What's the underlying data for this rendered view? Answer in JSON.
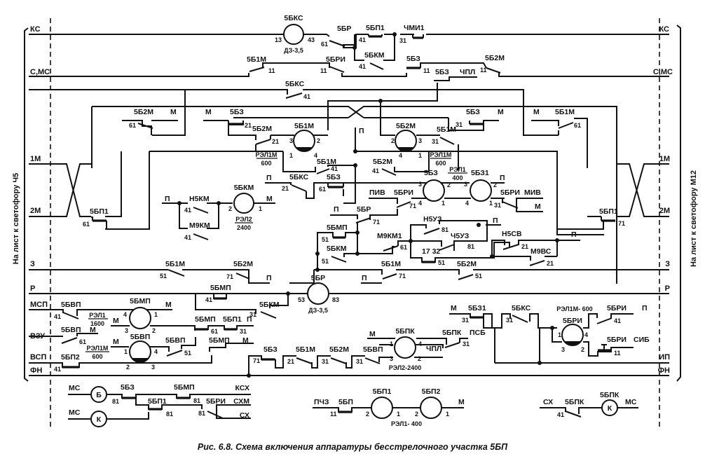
{
  "caption": "Рис. 6.8. Схема включения аппаратуры бесстрелочного участка 5БП",
  "side_labels": {
    "left": "На лист   к светофору Ч5",
    "right": "На лист   к светофору М12"
  },
  "buses": {
    "ks": "КС",
    "s_ms": "С,МС",
    "m1": "1М",
    "m2": "2М",
    "z": "З",
    "r": "Р",
    "msp": "МСП",
    "vzu": "ВЗУ",
    "vsp": "ВСП",
    "fn": "ФН",
    "ip": "ИП"
  },
  "relays": {
    "bks_top": {
      "name": "5БКС",
      "type": "ДЗ-3,5",
      "pin_a": "13",
      "pin_b": "43"
    },
    "b1m": {
      "name": "5Б1М",
      "type": "РЭЛ1М",
      "type2": "600",
      "p1": "3",
      "p2": "2",
      "p3": "1",
      "p4": "4"
    },
    "b2m": {
      "name": "5Б2М",
      "type": "РЭЛ1М",
      "type2": "600",
      "p1": "2",
      "p2": "3",
      "p3": "4",
      "p4": "1"
    },
    "bz": {
      "name": "5БЗ",
      "p1": "3",
      "p2": "2",
      "p3": "4",
      "p4": "1"
    },
    "bz1": {
      "name": "5БЗ1",
      "type": "РЭЛ1",
      "type2": "400",
      "p1": "3",
      "p2": "2",
      "p3": "4",
      "p4": "1"
    },
    "bkm": {
      "name": "5БКМ",
      "type": "РЭЛ2",
      "type2": "2400",
      "p1": "2",
      "p2": "1"
    },
    "br": {
      "name": "5БР",
      "type": "ДЗ-3,5",
      "pin_a": "53",
      "pin_b": "83"
    },
    "bmp": {
      "name": "5БМП",
      "type": "РЭЛ1",
      "type2": "1600",
      "p1": "4",
      "p2": "1",
      "p3": "3",
      "p4": "2"
    },
    "bvp": {
      "name": "5БВП",
      "type": "РЭЛ1М",
      "type2": "600",
      "p1": "1",
      "p2": "4",
      "p3": "2",
      "p4": "3"
    },
    "bpk": {
      "name": "5БПК",
      "type": "РЭЛ2-2400",
      "p1": "1",
      "p2": "4",
      "p3": "3",
      "p4": "2"
    },
    "bri": {
      "name": "5БРИ",
      "type": "РЭЛ1М- 600",
      "p1": "1",
      "p2": "4",
      "p3": "3",
      "p4": "2"
    },
    "bp1": {
      "name": "5БП1",
      "p1": "2",
      "p2": "1"
    },
    "bp2": {
      "name": "5БП2",
      "p1": "2",
      "p2": "1"
    },
    "bp_type": "РЭЛ1- 400",
    "lamp_b": "Б",
    "lamp_k": "К",
    "lamp_k2": "К"
  },
  "contacts": {
    "ks_row": [
      {
        "name": "5БР",
        "pin": "61"
      },
      {
        "name": "5БП1",
        "pin": "41"
      },
      {
        "name": "5БКМ",
        "pin": "41"
      },
      {
        "name": "ЧМИ1",
        "pin": "31"
      }
    ],
    "sms_row": [
      {
        "name": "5Б1М",
        "pin": "11"
      },
      {
        "name": "5БРИ",
        "pin": "11"
      },
      {
        "name": "5БЗ",
        "pin": "11"
      },
      {
        "name": "5БЗ",
        "extra": "ЧПЛ"
      },
      {
        "name": "5Б2М",
        "pin": "11"
      }
    ],
    "bks41": {
      "name": "5БКС",
      "pin": "41"
    },
    "control": [
      {
        "name": "5Б2М",
        "pin": "61",
        "tag": "М"
      },
      {
        "name": "5БЗ",
        "pin": "21",
        "tag": "М"
      },
      {
        "name": "5Б2М",
        "pin": "21"
      },
      {
        "name": "5БЗ",
        "pin": "31",
        "tag": "М"
      },
      {
        "name": "5Б1М",
        "pin": "31"
      },
      {
        "name": "5Б1М",
        "pin": "61",
        "tag": "М"
      },
      {
        "name": "5Б1М",
        "pin": "41"
      },
      {
        "name": "5Б2М",
        "pin": "41"
      },
      {
        "name": "5БКС",
        "pin": "21"
      },
      {
        "name": "5БЗ",
        "pin": "61"
      },
      {
        "name": "5БП1",
        "pin": "61"
      },
      {
        "name": "5БП1",
        "pin": "71"
      }
    ],
    "p_label": "П",
    "m_label": "М",
    "bkm_chain": [
      {
        "name": "Н5КМ",
        "pin": "41"
      },
      {
        "name": "М9КМ",
        "pin": "41"
      }
    ],
    "zbz_chain": [
      {
        "name": "ПИВ"
      },
      {
        "name": "5БРИ",
        "pin": "71"
      },
      {
        "name": "5БР",
        "pin": "71"
      },
      {
        "name": "5БМП",
        "pin": "51"
      },
      {
        "name": "5БКМ",
        "pin": "51"
      },
      {
        "name": "М9КМ1",
        "pin": "61"
      },
      {
        "name": "Н5УЗ",
        "pin": "81"
      },
      {
        "name": "Ч5УЗ",
        "pin": "81"
      },
      {
        "name": "17 32",
        "pin": "51"
      },
      {
        "name": "Н5СВ",
        "pin": "21"
      },
      {
        "name": "М9ВС",
        "pin": "21"
      },
      {
        "name": "5БРИ",
        "pin": "31",
        "tag": "МИВ"
      }
    ],
    "z_row": [
      {
        "name": "5Б1М",
        "pin": "51"
      },
      {
        "name": "5Б2М",
        "pin": "71"
      },
      {
        "name": "5Б1М",
        "pin": "71"
      },
      {
        "name": "5Б2М",
        "pin": "51"
      }
    ],
    "r_row": [
      {
        "name": "5БМП",
        "pin": "41"
      },
      {
        "name": "5БКМ",
        "pin": "31"
      },
      {
        "name": "5БП1",
        "pin": "31"
      },
      {
        "name": "5БМП",
        "pin": "61"
      }
    ],
    "lower": [
      {
        "name": "5БВП",
        "pin": "41"
      },
      {
        "name": "5БВП",
        "pin": "61"
      },
      {
        "name": "5БП2",
        "pin": "41"
      },
      {
        "name": "5БВП",
        "pin": "51"
      },
      {
        "name": "5БМП",
        "tag": "М"
      },
      {
        "name": "5БЗ",
        "pin": "71"
      },
      {
        "name": "5Б1М",
        "pin": "21"
      },
      {
        "name": "5Б2М",
        "pin": "31"
      },
      {
        "name": "5БВП",
        "pin": "31"
      },
      {
        "name": "5БПК",
        "pin": "31",
        "tag": "ПСБ"
      },
      {
        "name": "ЧПЛ"
      },
      {
        "name": "5БЗ1",
        "pin": "31"
      },
      {
        "name": "5БКС",
        "pin": "31"
      },
      {
        "name": "5БРИ",
        "pin": "41"
      },
      {
        "name": "5БРИ",
        "pin": "11",
        "tag": "СИБ"
      }
    ],
    "bottom": [
      {
        "name": "5БЗ",
        "pin": "81"
      },
      {
        "name": "5БМП",
        "pin": "81"
      },
      {
        "name": "5БП1",
        "pin": "81"
      },
      {
        "name": "5БРИ",
        "pin": "81"
      },
      {
        "name": "5БП",
        "pin": "11"
      },
      {
        "name": "5БПК",
        "pin": "41"
      }
    ],
    "bottom_tags": {
      "ms": "МС",
      "ksx": "КСХ",
      "sxm": "СХМ",
      "sx": "СХ",
      "pchz": "ПЧЗ",
      "m": "М"
    }
  }
}
